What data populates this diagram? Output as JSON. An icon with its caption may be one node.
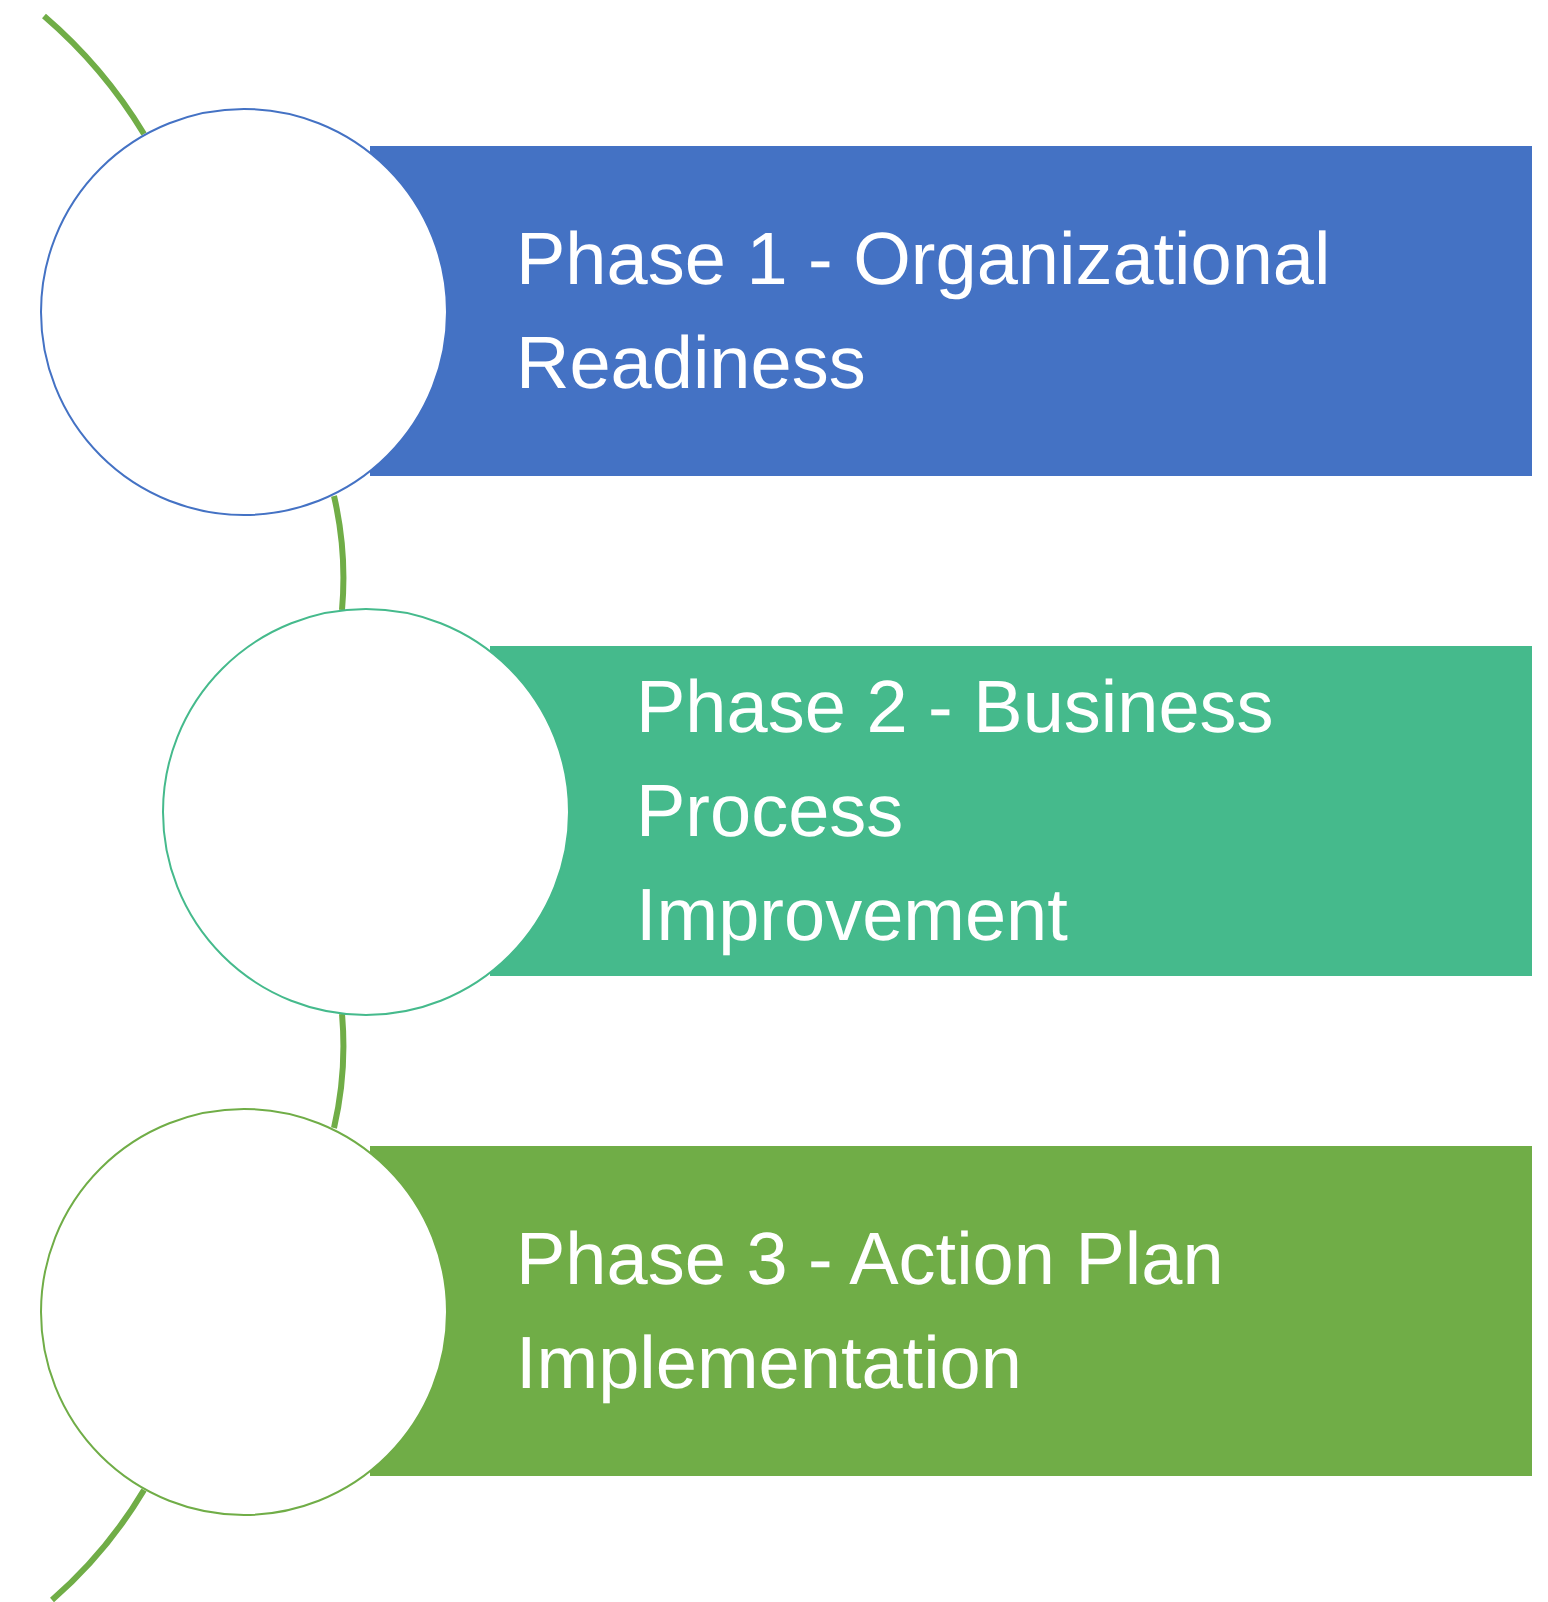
{
  "diagram": {
    "nodes": [
      {
        "text": [],
        "shape": "circle"
      },
      {
        "text": [
          "Phase 1 - Organizational Readiness"
        ]
      },
      {
        "text": [],
        "shape": "circle"
      },
      {
        "text": [
          "Phase 2 - Business Process Improvement"
        ]
      },
      {
        "text": [],
        "shape": "circle"
      },
      {
        "text": [
          "Phase 3 - Action Plan Implementation"
        ]
      }
    ],
    "edges": [
      {
        "from": null,
        "to": 0,
        "arrow": "none"
      },
      {
        "from": 0,
        "to": 2,
        "arrow": "none"
      },
      {
        "from": 2,
        "to": 4,
        "arrow": "none"
      },
      {
        "from": 4,
        "to": null,
        "arrow": "none"
      }
    ]
  }
}
